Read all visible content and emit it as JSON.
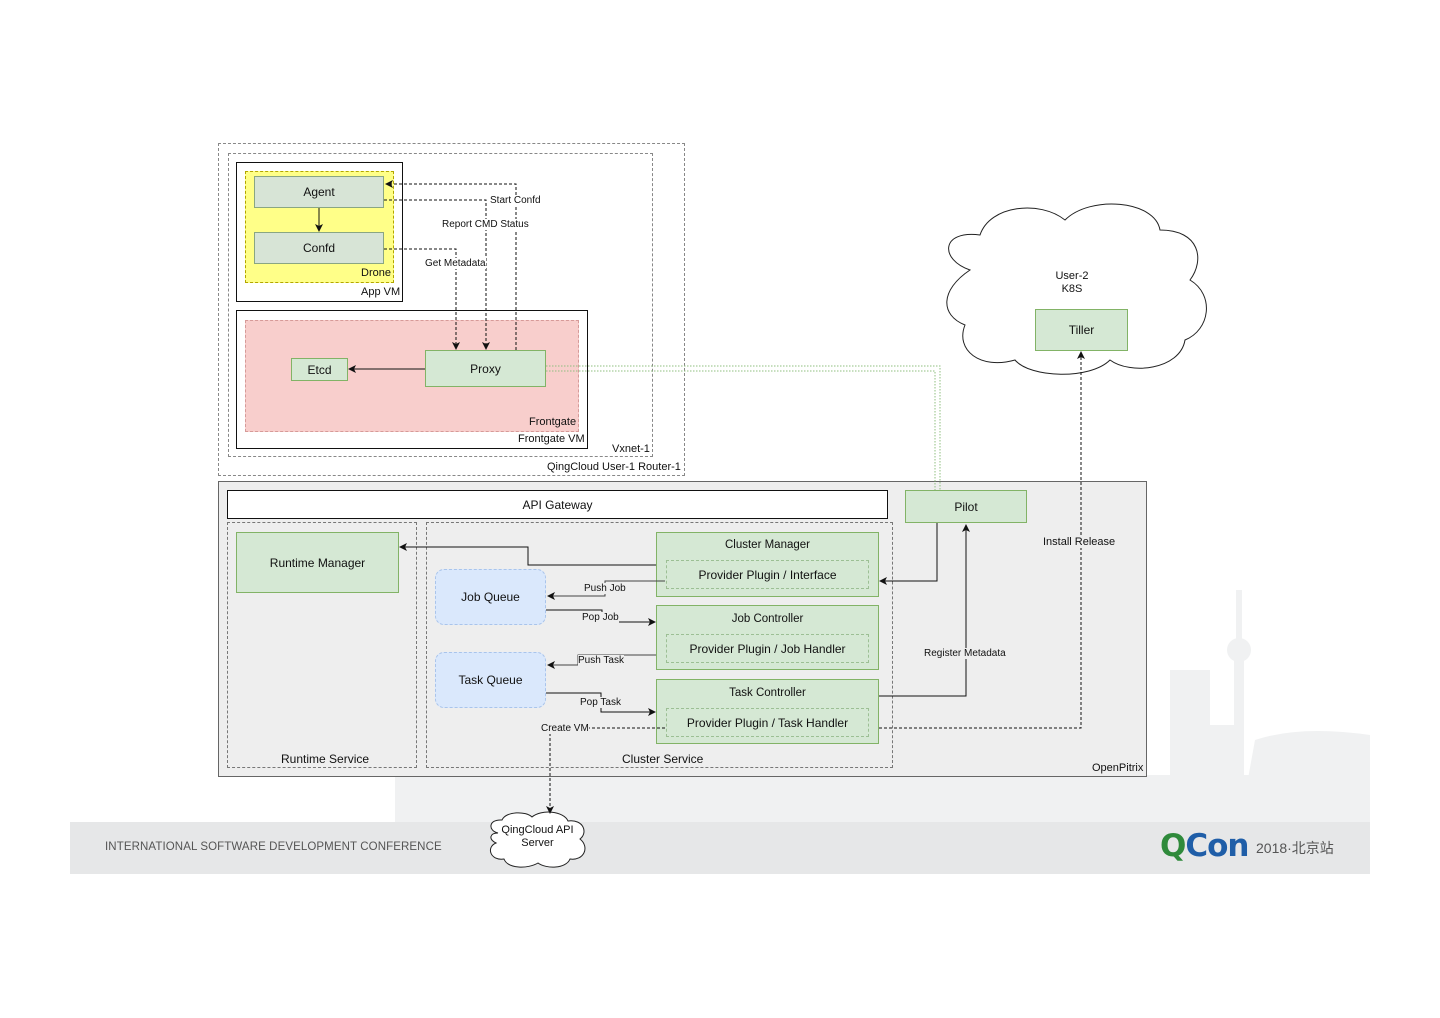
{
  "diagram": {
    "regions": {
      "router": "QingCloud User-1 Router-1",
      "vxnet": "Vxnet-1",
      "app_vm": "App VM",
      "drone": "Drone",
      "frontgate_vm": "Frontgate VM",
      "frontgate": "Frontgate",
      "openpitrix": "OpenPitrix",
      "runtime_service": "Runtime Service",
      "cluster_service": "Cluster Service",
      "user2_k8s_line1": "User-2",
      "user2_k8s_line2": "K8S"
    },
    "nodes": {
      "agent": "Agent",
      "confd": "Confd",
      "etcd": "Etcd",
      "proxy": "Proxy",
      "api_gateway": "API Gateway",
      "pilot": "Pilot",
      "runtime_manager": "Runtime Manager",
      "job_queue": "Job Queue",
      "task_queue": "Task Queue",
      "cluster_manager": "Cluster Manager",
      "cluster_manager_plugin": "Provider Plugin / Interface",
      "job_controller": "Job Controller",
      "job_controller_plugin": "Provider Plugin / Job Handler",
      "task_controller": "Task Controller",
      "task_controller_plugin": "Provider Plugin / Task Handler",
      "tiller": "Tiller",
      "qingcloud_api_line1": "QingCloud API",
      "qingcloud_api_line2": "Server"
    },
    "edges": {
      "start_confd": "Start Confd",
      "report_cmd_status": "Report CMD Status",
      "get_metadata": "Get Metadata",
      "push_job": "Push Job",
      "pop_job": "Pop Job",
      "push_task": "Push Task",
      "pop_task": "Pop Task",
      "create_vm": "Create VM",
      "register_metadata": "Register Metadata",
      "install_release": "Install Release"
    }
  },
  "footer": {
    "conference": "INTERNATIONAL SOFTWARE DEVELOPMENT CONFERENCE",
    "logo_q": "Q",
    "logo_con": "Con",
    "logo_sub": "2018·北京站"
  },
  "colors": {
    "green_fill": "#d5e8d4",
    "green_stroke": "#82b366",
    "yellow_fill": "#ffff88",
    "red_fill": "#f8cecc",
    "blue_fill": "#dae8fc",
    "openpitrix_fill": "#eeeeee",
    "qcon_green": "#2f8a3b",
    "qcon_blue": "#1f5ea8"
  }
}
